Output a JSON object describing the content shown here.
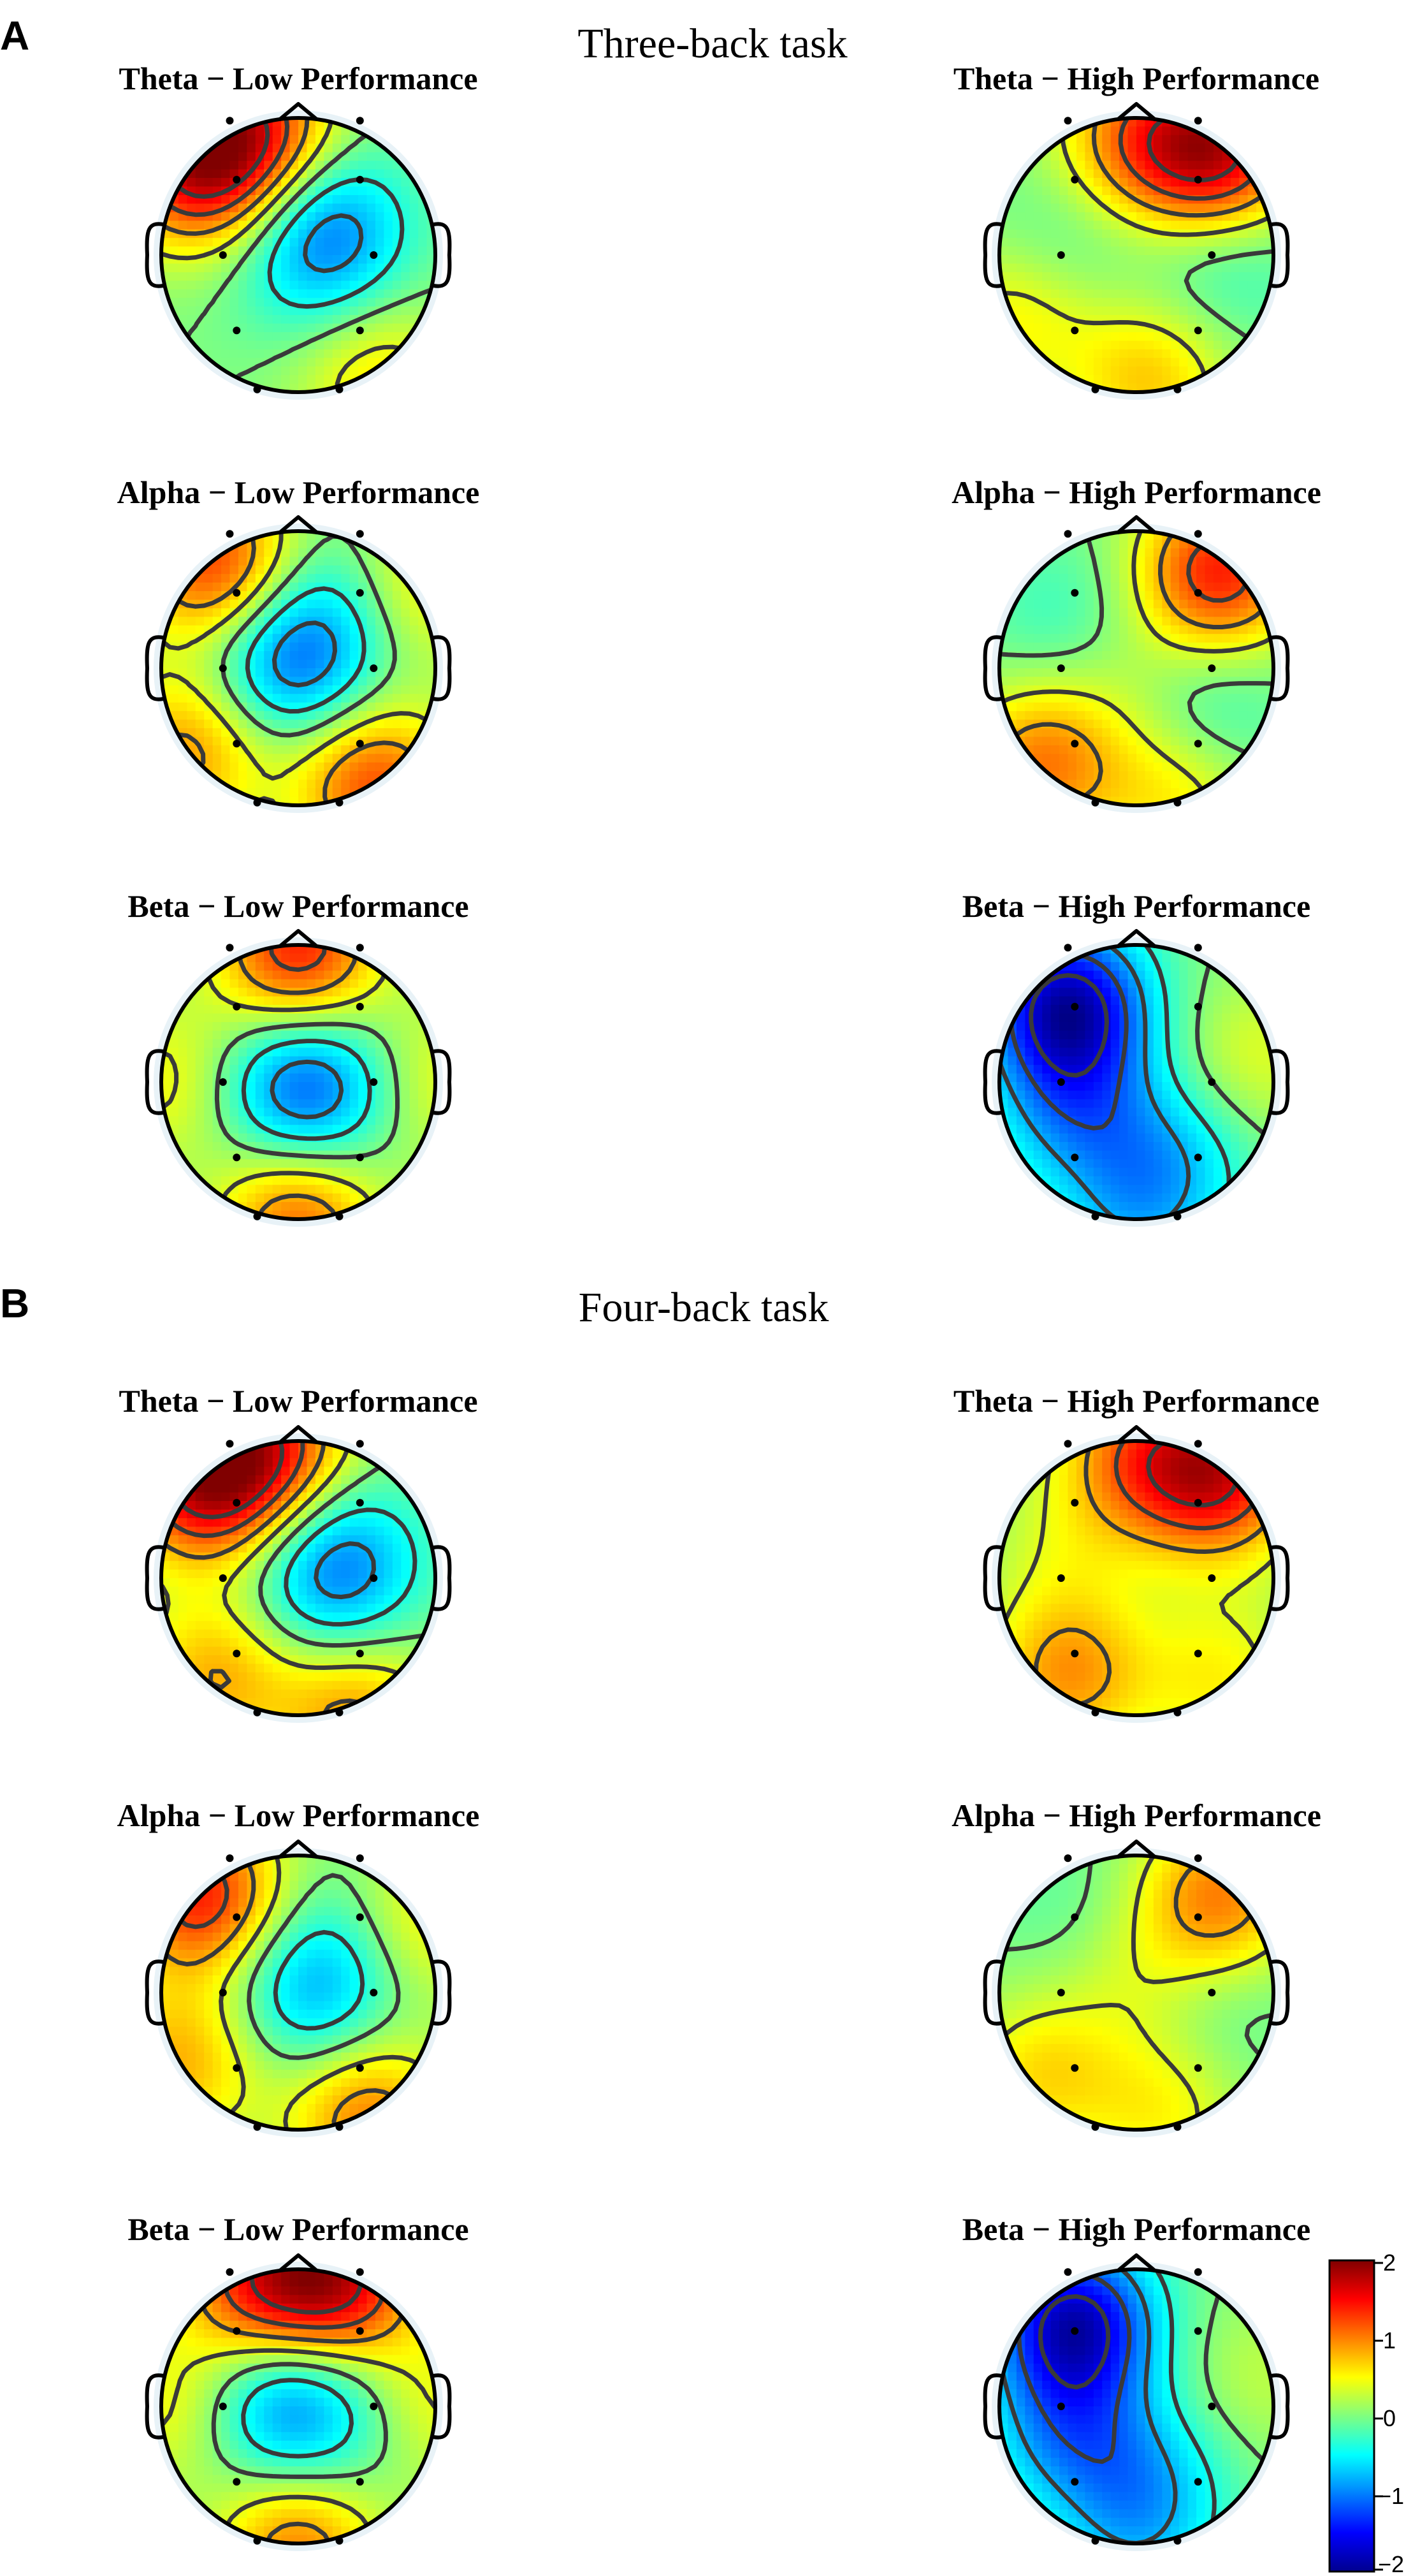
{
  "panels": [
    {
      "letter": "A",
      "title": "Three-back task",
      "maps": [
        {
          "title": "Theta − Low Performance",
          "blobs": [
            [
              0.2,
              -0.22,
              -0.9
            ],
            [
              0.15,
              0.2,
              -0.3
            ],
            [
              -0.75,
              -0.65,
              1.5
            ],
            [
              -0.3,
              -0.9,
              1.2
            ],
            [
              0.55,
              0.85,
              0.6
            ]
          ]
        },
        {
          "title": "Theta − High Performance",
          "blobs": [
            [
              0.6,
              -0.75,
              1.6
            ],
            [
              0,
              -0.85,
              0.9
            ],
            [
              0.1,
              0.9,
              0.7
            ],
            [
              -0.6,
              0,
              -0.3
            ],
            [
              0.65,
              0.05,
              -0.35
            ],
            [
              -0.85,
              0.4,
              0.6
            ]
          ]
        },
        {
          "title": "Alpha − Low Performance",
          "blobs": [
            [
              -0.05,
              -0.05,
              -1.05
            ],
            [
              0.3,
              -0.5,
              -0.4
            ],
            [
              -0.6,
              -0.75,
              1.3
            ],
            [
              0.55,
              0.85,
              1.2
            ],
            [
              -0.8,
              0.6,
              0.9
            ],
            [
              0.85,
              -0.6,
              0.6
            ]
          ]
        },
        {
          "title": "Alpha − High Performance",
          "blobs": [
            [
              0.6,
              -0.7,
              1.4
            ],
            [
              -0.55,
              -0.35,
              -0.3
            ],
            [
              0.5,
              0.35,
              -0.4
            ],
            [
              -0.7,
              0.7,
              1.0
            ],
            [
              0.3,
              0.9,
              0.6
            ],
            [
              -0.1,
              0.1,
              0.2
            ]
          ]
        },
        {
          "title": "Beta − Low Performance",
          "blobs": [
            [
              0,
              0.05,
              -1.05
            ],
            [
              0.4,
              0.05,
              -0.3
            ],
            [
              0,
              -0.95,
              1.4
            ],
            [
              0,
              1.0,
              1.1
            ],
            [
              -0.95,
              0,
              0.5
            ],
            [
              0.95,
              0,
              0.5
            ]
          ]
        },
        {
          "title": "Beta − High Performance",
          "blobs": [
            [
              -0.5,
              -0.55,
              -1.8
            ],
            [
              0.85,
              -0.15,
              0.4
            ],
            [
              0.3,
              0.5,
              -0.5
            ],
            [
              0,
              0.95,
              -0.6
            ],
            [
              -0.45,
              0.2,
              -0.8
            ]
          ]
        }
      ]
    },
    {
      "letter": "B",
      "title": "Four-back task",
      "maps": [
        {
          "title": "Theta − Low Performance",
          "blobs": [
            [
              0.3,
              -0.15,
              -0.85
            ],
            [
              0.2,
              0.25,
              -0.35
            ],
            [
              -0.7,
              -0.7,
              1.6
            ],
            [
              -0.2,
              -0.95,
              1.2
            ],
            [
              0.4,
              0.95,
              0.9
            ],
            [
              -0.6,
              0.7,
              0.8
            ]
          ]
        },
        {
          "title": "Theta − High Performance",
          "blobs": [
            [
              0.6,
              -0.75,
              1.5
            ],
            [
              0,
              -0.9,
              0.9
            ],
            [
              0.7,
              0.15,
              0.05
            ],
            [
              -0.5,
              0.7,
              0.9
            ],
            [
              -0.5,
              -0.2,
              0.3
            ],
            [
              0.6,
              0.75,
              0.5
            ]
          ]
        },
        {
          "title": "Alpha − Low Performance",
          "blobs": [
            [
              0.1,
              0.0,
              -0.75
            ],
            [
              0.35,
              -0.4,
              -0.3
            ],
            [
              -0.7,
              -0.7,
              1.4
            ],
            [
              0.5,
              0.9,
              1.0
            ],
            [
              -0.85,
              0.5,
              0.8
            ],
            [
              0.85,
              -0.5,
              0.6
            ]
          ]
        },
        {
          "title": "Alpha − High Performance",
          "blobs": [
            [
              -0.5,
              -0.6,
              -0.15
            ],
            [
              0.55,
              0.15,
              -0.2
            ],
            [
              0.6,
              -0.7,
              1.0
            ],
            [
              -0.7,
              0.6,
              0.6
            ],
            [
              0.2,
              0.85,
              0.5
            ],
            [
              0,
              -0.1,
              0.3
            ]
          ]
        },
        {
          "title": "Beta − Low Performance",
          "blobs": [
            [
              -0.1,
              0.0,
              -0.95
            ],
            [
              0.4,
              0.1,
              -0.3
            ],
            [
              0.3,
              -0.9,
              1.5
            ],
            [
              -0.3,
              -0.9,
              1.2
            ],
            [
              0,
              1.0,
              1.0
            ],
            [
              -0.95,
              0,
              0.5
            ],
            [
              0.95,
              0,
              0.5
            ]
          ]
        },
        {
          "title": "Beta − High Performance",
          "blobs": [
            [
              -0.45,
              -0.6,
              -1.75
            ],
            [
              0.85,
              -0.2,
              0.25
            ],
            [
              0.1,
              0.5,
              -0.5
            ],
            [
              0,
              0.95,
              -0.5
            ],
            [
              -0.5,
              0.2,
              -0.8
            ]
          ]
        }
      ]
    }
  ],
  "colorbar": {
    "ticks": [
      "2",
      "1",
      "0",
      "−1",
      "−2"
    ]
  },
  "colors": {
    "contour": "#3a3a3a",
    "outline": "#000000",
    "halo": "#e8f2f7"
  }
}
